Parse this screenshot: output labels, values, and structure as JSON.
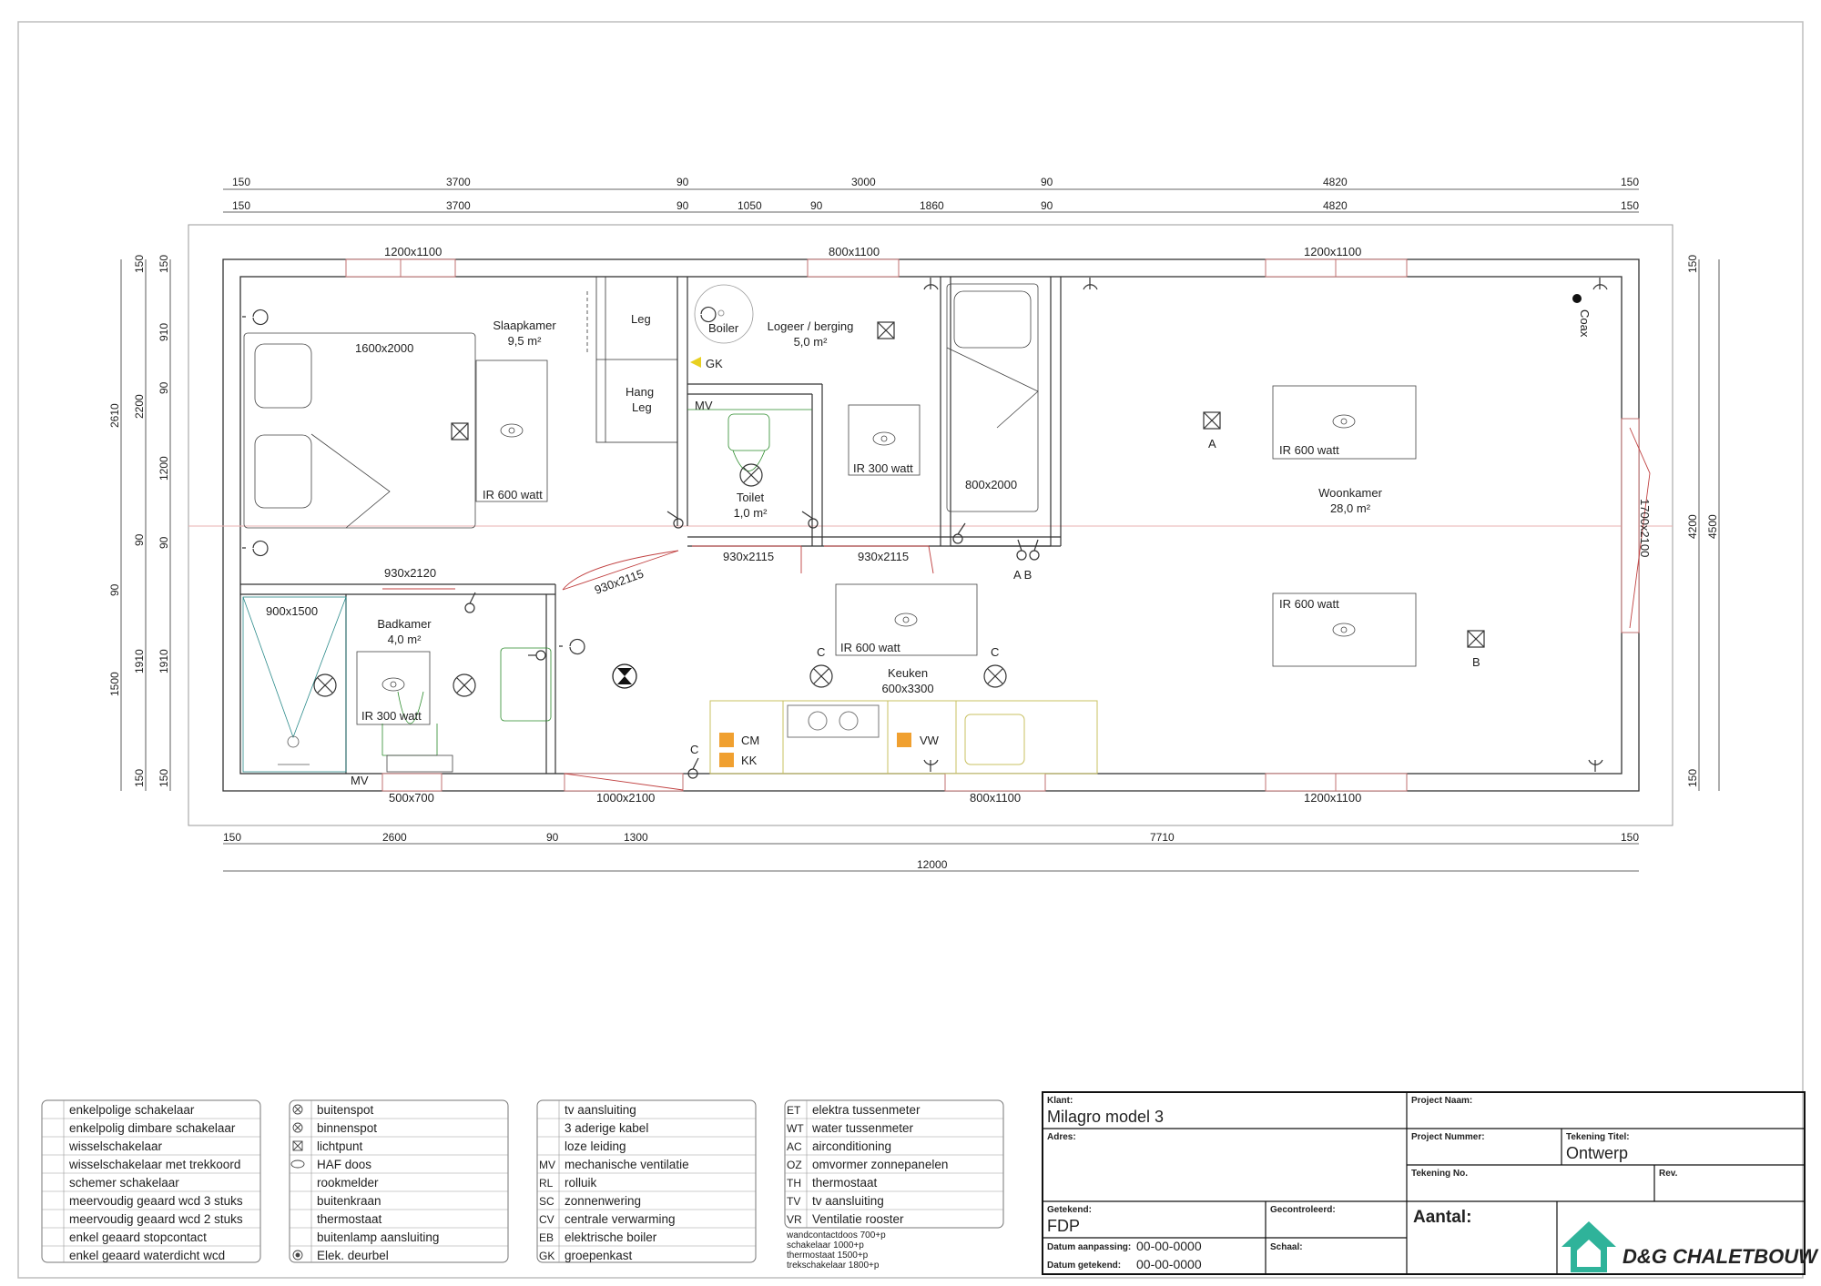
{
  "dims": {
    "top1": [
      "150",
      "3700",
      "90",
      "3000",
      "90",
      "4820",
      "150"
    ],
    "top2": [
      "150",
      "3700",
      "90",
      "1050",
      "90",
      "1860",
      "90",
      "4820",
      "150"
    ],
    "bottom1": [
      "150",
      "2600",
      "90",
      "1300",
      "7710",
      "150"
    ],
    "total": "12000",
    "left_outer": "2610",
    "left_outer2": "1500",
    "left_mid": [
      "150",
      "2200",
      "90",
      "1910",
      "150"
    ],
    "left_inner": [
      "150",
      "910",
      "90",
      "1200",
      "90",
      "90",
      "1910",
      "150"
    ],
    "right": [
      "150",
      "4200",
      "150"
    ],
    "right_total": "4500"
  },
  "rooms": {
    "slaapkamer": [
      "Slaapkamer",
      "9,5 m²"
    ],
    "logeer": [
      "Logeer / berging",
      "5,0 m²"
    ],
    "woonkamer": [
      "Woonkamer",
      "28,0 m²"
    ],
    "badkamer": [
      "Badkamer",
      "4,0 m²"
    ],
    "toilet": [
      "Toilet",
      "1,0 m²"
    ],
    "keuken": [
      "Keuken",
      "600x3300"
    ]
  },
  "labels": {
    "bed1": "1600x2000",
    "bed2": "800x2000",
    "shower": "900x1500",
    "leg": "Leg",
    "hang1": "Hang",
    "hang2": "Leg",
    "boiler": "Boiler",
    "gk": "GK",
    "mv1": "MV",
    "mv2": "MV",
    "coax": "Coax",
    "ir600a": "IR 600 watt",
    "ir600b": "IR 600 watt",
    "ir600c": "IR 600 watt",
    "ir600d": "IR 600 watt",
    "ir300a": "IR 300 watt",
    "ir300b": "IR 300 watt",
    "cm": "CM",
    "kk": "KK",
    "vw": "VW",
    "a1": "A",
    "b1": "B",
    "ab": "A B",
    "c1": "C",
    "c2": "C",
    "c3": "C",
    "w1": "1200x1100",
    "w2": "800x1100",
    "w3": "1200x1100",
    "w4": "500x700",
    "w5": "1000x2100",
    "w6": "800x1100",
    "w7": "1200x1100",
    "d1": "930x2120",
    "d2": "930x2115",
    "d3": "930x2115",
    "d4": "930x2115",
    "d5": "1700x2100"
  },
  "legend": {
    "col1": [
      "enkelpolige schakelaar",
      "enkelpolig dimbare schakelaar",
      "wisselschakelaar",
      "wisselschakelaar met trekkoord",
      "schemer schakelaar",
      "meervoudig geaard wcd 3 stuks",
      "meervoudig geaard wcd 2 stuks",
      "enkel geaard stopcontact",
      "enkel geaard waterdicht wcd"
    ],
    "col2": [
      "buitenspot",
      "binnenspot",
      "lichtpunt",
      "HAF doos",
      "rookmelder",
      "buitenkraan",
      "thermostaat",
      "buitenlamp aansluiting",
      "Elek. deurbel"
    ],
    "col3_codes": [
      "",
      "",
      "",
      "MV",
      "RL",
      "SC",
      "CV",
      "EB",
      "GK"
    ],
    "col3": [
      "tv aansluiting",
      "3 aderige kabel",
      "loze leiding",
      "mechanische ventilatie",
      "rolluik",
      "zonnenwering",
      "centrale verwarming",
      "elektrische boiler",
      "groepenkast"
    ],
    "col4_codes": [
      "ET",
      "WT",
      "AC",
      "OZ",
      "TH",
      "TV",
      "VR"
    ],
    "col4": [
      "elektra tussenmeter",
      "water tussenmeter",
      "airconditioning",
      "omvormer zonnepanelen",
      "thermostaat",
      "tv aansluiting",
      "Ventilatie rooster"
    ],
    "heights": [
      "wandcontactdoos 700+p",
      "schakelaar 1000+p",
      "thermostaat 1500+p",
      "trekschakelaar 1800+p"
    ]
  },
  "titleblock": {
    "klant_label": "Klant:",
    "klant": "Milagro model 3",
    "projectnaam_label": "Project Naam:",
    "adres_label": "Adres:",
    "projectnummer_label": "Project Nummer:",
    "tekeningtitel_label": "Tekening Titel:",
    "tekeningtitel": "Ontwerp",
    "tekeningno_label": "Tekening No.",
    "rev_label": "Rev.",
    "getekend_label": "Getekend:",
    "getekend": "FDP",
    "gecontroleerd_label": "Gecontroleerd:",
    "aantal_label": "Aantal:",
    "datum_aanpassing_label": "Datum aanpassing:",
    "datum_aanpassing": "00-00-0000",
    "datum_getekend_label": "Datum getekend:",
    "datum_getekend": "00-00-0000",
    "schaal_label": "Schaal:",
    "logo_text": "D&G CHALETBOUW"
  }
}
